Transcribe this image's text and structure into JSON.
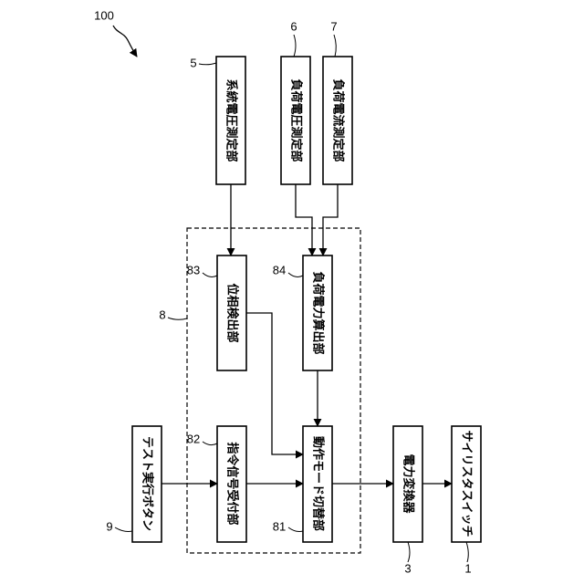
{
  "diagram": {
    "ref_main": "100",
    "ref_controller": "8",
    "blocks": {
      "system_voltage": {
        "ref": "5",
        "label": "系統電圧測定部"
      },
      "load_voltage": {
        "ref": "6",
        "label": "負荷電圧測定部"
      },
      "load_current": {
        "ref": "7",
        "label": "負荷電流測定部"
      },
      "phase_detect": {
        "ref": "83",
        "label": "位相検出部"
      },
      "load_power": {
        "ref": "84",
        "label": "負荷電力算出部"
      },
      "test_button": {
        "ref": "9",
        "label": "テスト実行ボタン"
      },
      "cmd_receiver": {
        "ref": "82",
        "label": "指令信号受付部"
      },
      "mode_switch": {
        "ref": "81",
        "label": "動作モード切替部"
      },
      "converter": {
        "ref": "3",
        "label": "電力変換器"
      },
      "thyristor": {
        "ref": "1",
        "label": "サイリスタスイッチ"
      }
    },
    "colors": {
      "line": "#000000",
      "background": "#ffffff"
    }
  }
}
